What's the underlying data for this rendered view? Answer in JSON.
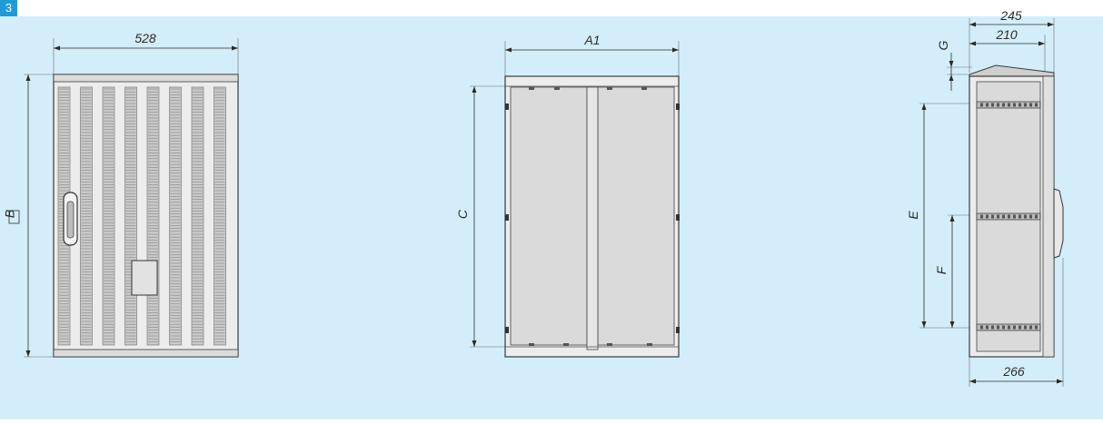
{
  "figure_number": "3",
  "colors": {
    "background": "#d3eefa",
    "badge": "#1e9bd6",
    "line": "#2a2a2a",
    "enclosure_fill": "#ececec",
    "panel_fill": "#dadada"
  },
  "front_view": {
    "width_label": "528",
    "height_label": "B"
  },
  "inner_view": {
    "width_label": "A1",
    "height_label": "C"
  },
  "side_view": {
    "outer_depth_label": "245",
    "inner_depth_label": "210",
    "top_offset_label": "G",
    "rail_span_label": "E",
    "lower_rail_span_label": "F",
    "base_depth_label": "266"
  }
}
